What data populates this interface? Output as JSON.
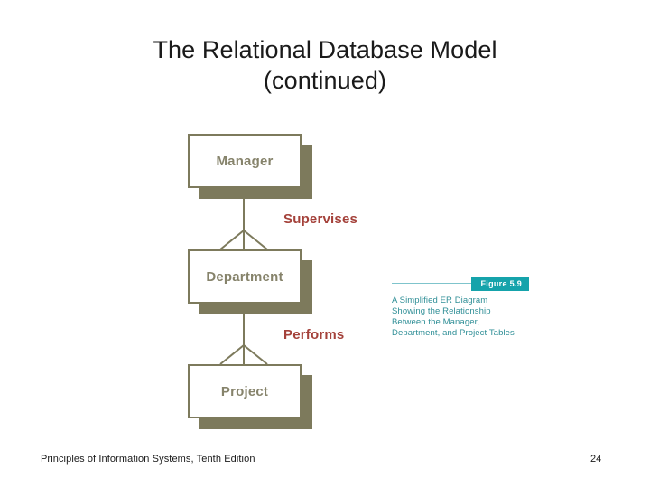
{
  "slide": {
    "title_line1": "The Relational Database Model",
    "title_line2": "(continued)"
  },
  "diagram": {
    "type": "er-diagram",
    "entities": [
      {
        "name": "Manager"
      },
      {
        "name": "Department"
      },
      {
        "name": "Project"
      }
    ],
    "relationships": [
      {
        "label": "Supervises",
        "from": "Manager",
        "to": "Department"
      },
      {
        "label": "Performs",
        "from": "Department",
        "to": "Project"
      }
    ],
    "colors": {
      "entity_border": "#7d7a5c",
      "entity_shadow": "#7d7a5c",
      "entity_text": "#86836b",
      "relationship_text": "#a4413a"
    }
  },
  "figure": {
    "badge": "Figure 5.9",
    "caption_line1": "A Simplified ER Diagram",
    "caption_line2": "Showing the Relationship",
    "caption_line3": "Between the Manager,",
    "caption_line4": "Department, and Project Tables",
    "accent_color": "#15a3ab"
  },
  "footer": {
    "source": "Principles of Information Systems, Tenth Edition",
    "page_number": "24"
  }
}
